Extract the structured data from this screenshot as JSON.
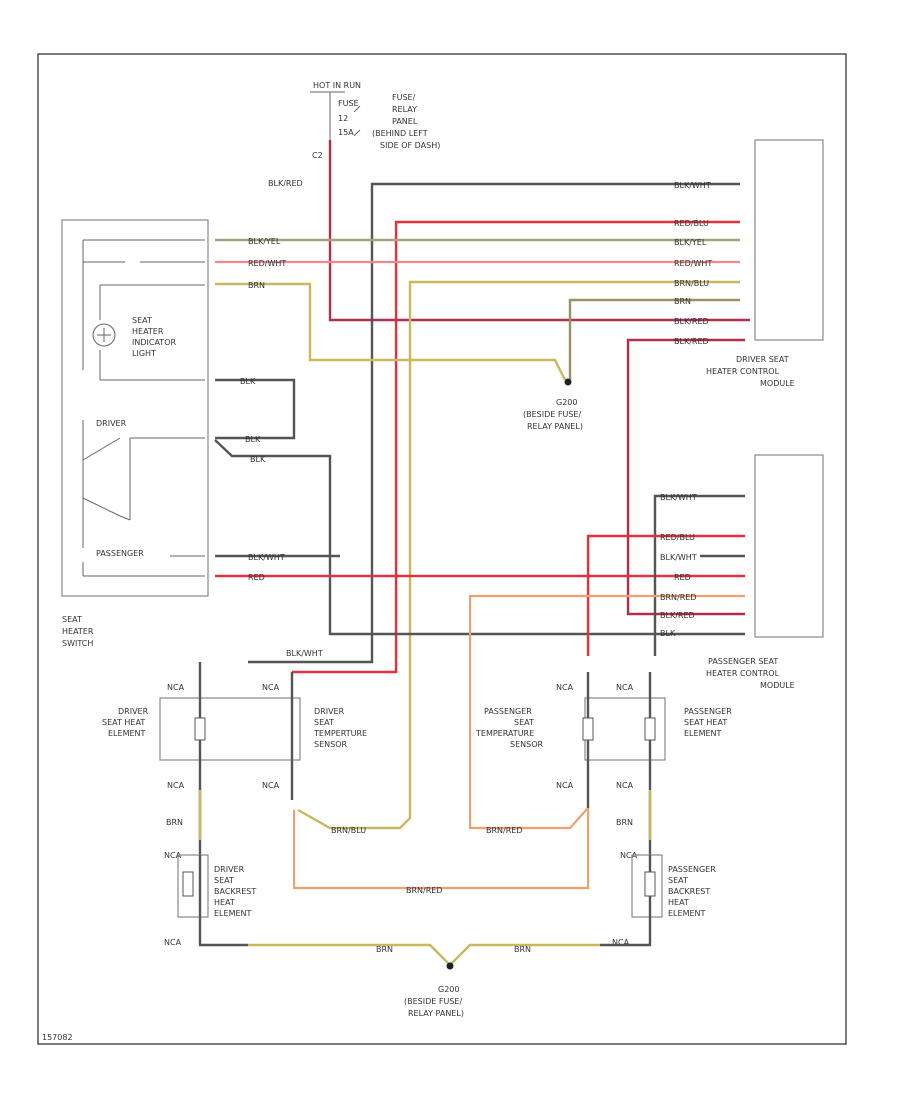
{
  "labels": {
    "hot_in_run": "HOT IN RUN",
    "fuse": "FUSE",
    "fuse_no": "12",
    "fuse_amp": "15A",
    "fuse_panel": "FUSE/\nRELAY\nPANEL\n(BEHIND LEFT\nSIDE OF DASH)",
    "c2": "C2",
    "blk_red_top": "BLK/RED",
    "switch_name": "SEAT\nHEATER\nSWITCH",
    "indicator": "SEAT\nHEATER\nINDICATOR\nLIGHT",
    "driver": "DRIVER",
    "passenger": "PASSENGER",
    "driver_module": "DRIVER SEAT\nHEATER CONTROL\nMODULE",
    "passenger_module": "PASSENGER SEAT\nHEATER CONTROL\nMODULE",
    "g200_top": "G200\n(BESIDE FUSE/\nRELAY PANEL)",
    "g200_bottom": "G200\n(BESIDE FUSE/\nRELAY PANEL)",
    "driver_element": "DRIVER\nSEAT HEAT\nELEMENT",
    "driver_sensor": "DRIVER\nSEAT\nTEMPERTURE\nSENSOR",
    "pass_sensor": "PASSENGER\nSEAT\nTEMPERATURE\nSENSOR",
    "pass_element": "PASSENGER\nSEAT HEAT\nELEMENT",
    "driver_backrest": "DRIVER\nSEAT\nBACKREST\nHEAT\nELEMENT",
    "pass_backrest": "PASSENGER\nSEAT\nBACKREST\nHEAT\nELEMENT",
    "nca": "NCA",
    "footer_code": "157082"
  },
  "wires": {
    "blk_wht": "BLK/WHT",
    "red_blu": "RED/BLU",
    "blk_yel": "BLK/YEL",
    "red_wht": "RED/WHT",
    "brn": "BRN",
    "brn_blu": "BRN/BLU",
    "blk_red": "BLK/RED",
    "blk": "BLK",
    "red": "RED",
    "brn_red": "BRN/RED"
  },
  "colors": {
    "black": "#555555",
    "red": "#e2323e",
    "red_blue": "#b0304a",
    "red_white": "#f08890",
    "black_yellow": "#a8a27a",
    "brown": "#c8b860",
    "brown_blue": "#9a9260",
    "brown_red": "#f0a070"
  }
}
